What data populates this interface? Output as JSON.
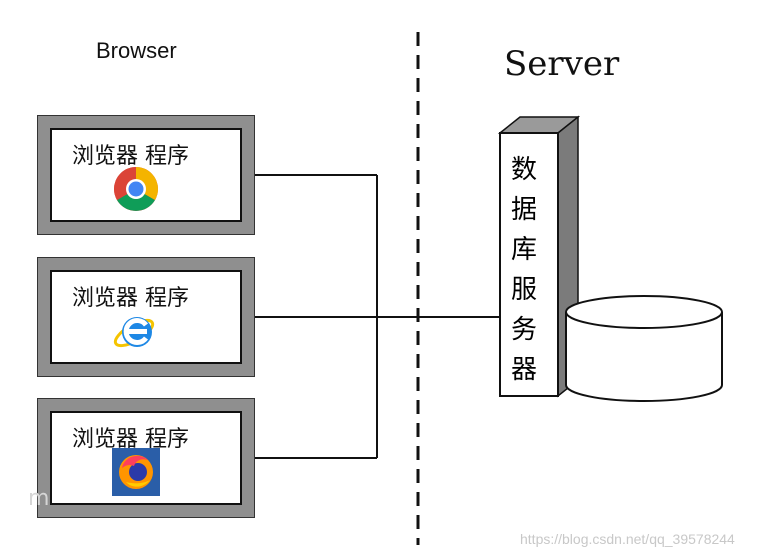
{
  "headings": {
    "browser": "Browser",
    "server": "Server"
  },
  "clients": [
    {
      "label": "浏览器 程序",
      "icon": "chrome-icon"
    },
    {
      "label": "浏览器 程序",
      "icon": "internet-explorer-icon"
    },
    {
      "label": "浏览器 程序",
      "icon": "firefox-icon"
    }
  ],
  "server": {
    "tower_chars": [
      "数",
      "据",
      "库",
      "服",
      "务",
      "器"
    ]
  },
  "watermark": "https://blog.csdn.net/qq_39578244",
  "left_mark": "m"
}
